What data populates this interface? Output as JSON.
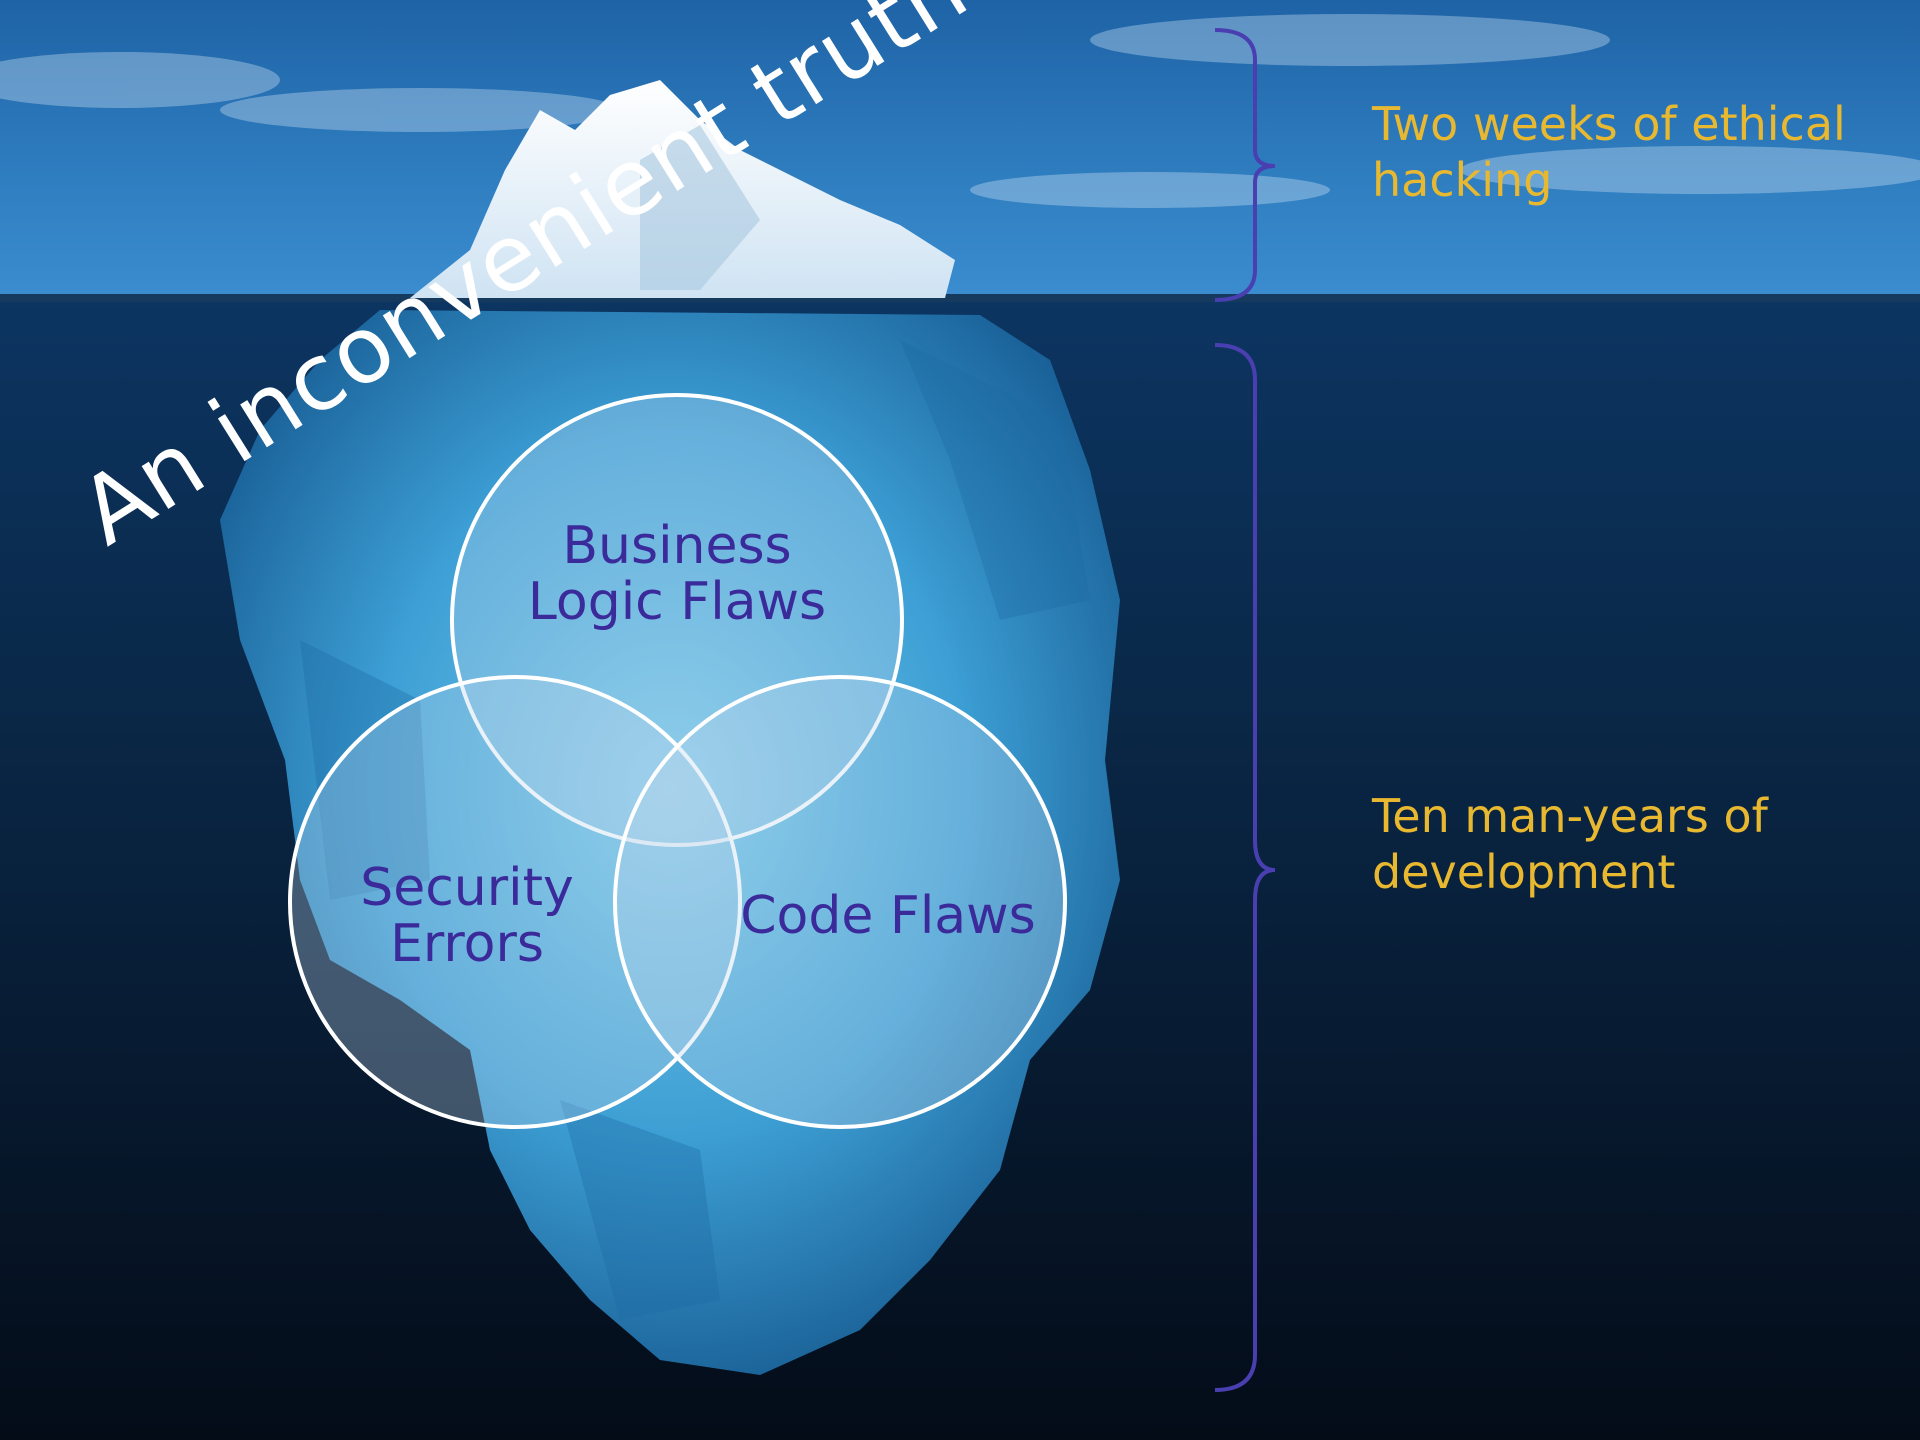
{
  "title": "An inconvenient truth",
  "venn": {
    "top": [
      "Business",
      "Logic Flaws"
    ],
    "left": [
      "Security",
      "Errors"
    ],
    "right": [
      "Code Flaws"
    ]
  },
  "labels": {
    "above_water": "Two weeks of ethical hacking",
    "below_water": "Ten man-years of development"
  },
  "colors": {
    "label_text": "#e8b830",
    "venn_text": "#3a2a9a",
    "brace": "#4a3fb0",
    "title_text": "#ffffff"
  }
}
